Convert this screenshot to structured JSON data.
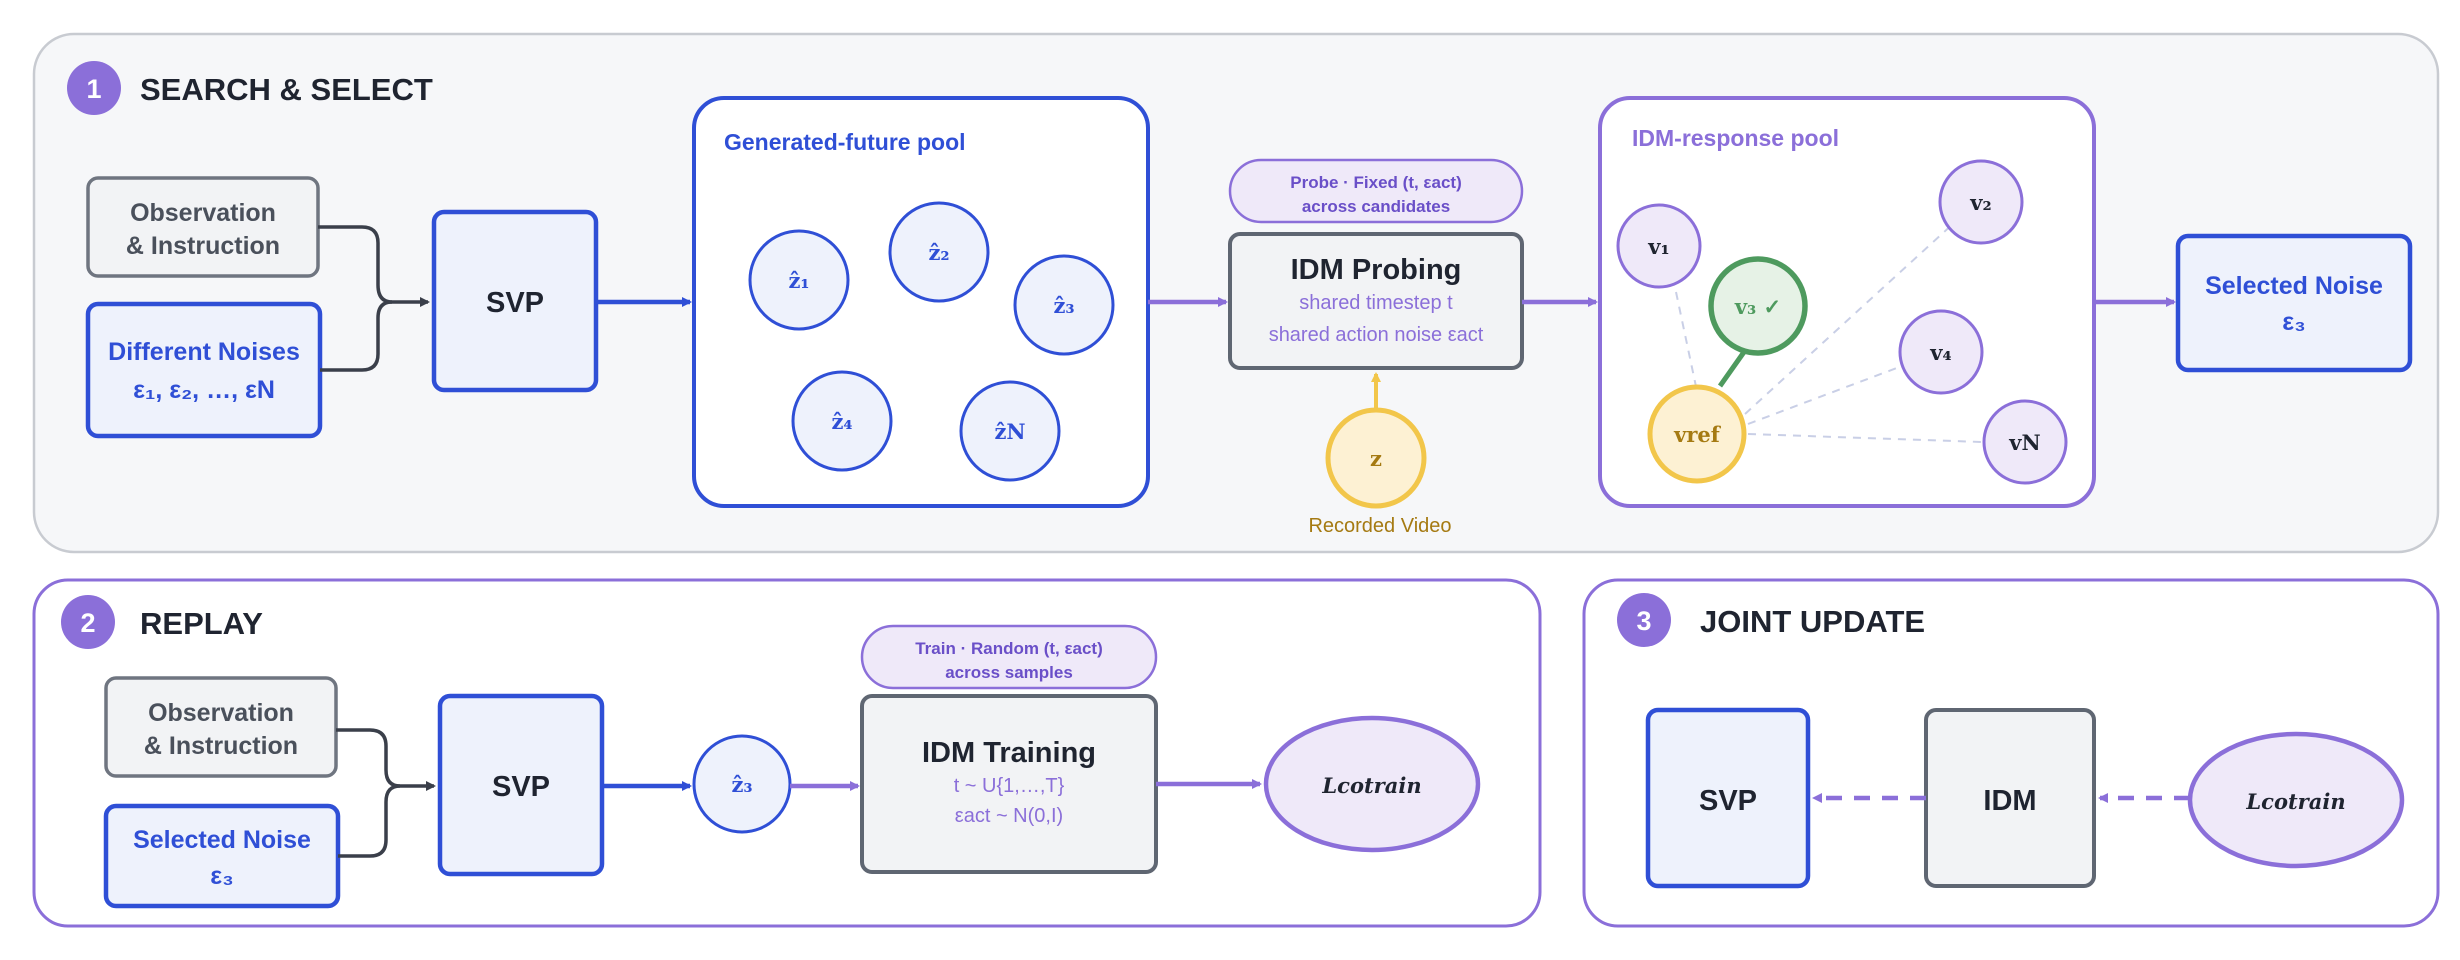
{
  "panels": {
    "search": {
      "number": "1",
      "title": "SEARCH & SELECT"
    },
    "replay": {
      "number": "2",
      "title": "REPLAY"
    },
    "joint": {
      "number": "3",
      "title": "JOINT UPDATE"
    }
  },
  "search": {
    "observation": [
      "Observation",
      "& Instruction"
    ],
    "noises_title": "Different Noises",
    "noises_formula": "ε₁,  ε₂,  …,  εN",
    "svp": "SVP",
    "generated_pool_title": "Generated-future pool",
    "pool_nodes": [
      "ẑ₁",
      "ẑ₂",
      "ẑ₃",
      "ẑ₄",
      "ẑN"
    ],
    "probe_tag": [
      "Probe · Fixed  (t, εact)",
      "across candidates"
    ],
    "idm_probing_title": "IDM Probing",
    "idm_probing_line1": "shared timestep t",
    "idm_probing_line2": "shared action noise εact",
    "recorded_node": "z",
    "recorded_label": "Recorded Video",
    "response_pool_title": "IDM-response pool",
    "response_nodes": [
      "v₁",
      "v₂",
      "v₃ ✓",
      "v₄",
      "vref",
      "vN"
    ],
    "selected_title": "Selected Noise",
    "selected_formula": "ε₃"
  },
  "replay": {
    "observation": [
      "Observation",
      "& Instruction"
    ],
    "selected_title": "Selected Noise",
    "selected_formula": "ε₃",
    "svp": "SVP",
    "z3_node": "ẑ₃",
    "train_tag": [
      "Train · Random  (t, εact)",
      "across samples"
    ],
    "idm_training_title": "IDM Training",
    "idm_training_line1": "t ~ U{1,…,T}",
    "idm_training_line2": "εact ~ N(0,I)",
    "loss": "Lcotrain"
  },
  "joint": {
    "svp": "SVP",
    "idm": "IDM",
    "loss": "Lcotrain"
  },
  "colors": {
    "blue": "#2f4fd6",
    "blue_fill": "#eef2fc",
    "purple": "#8b6fd9",
    "purple_fill": "#efe9f9",
    "gray": "#5f6672",
    "gray_fill": "#f2f3f5",
    "gold": "#f2c64a",
    "gold_text": "#a57a12",
    "green": "#4e9a5e"
  }
}
